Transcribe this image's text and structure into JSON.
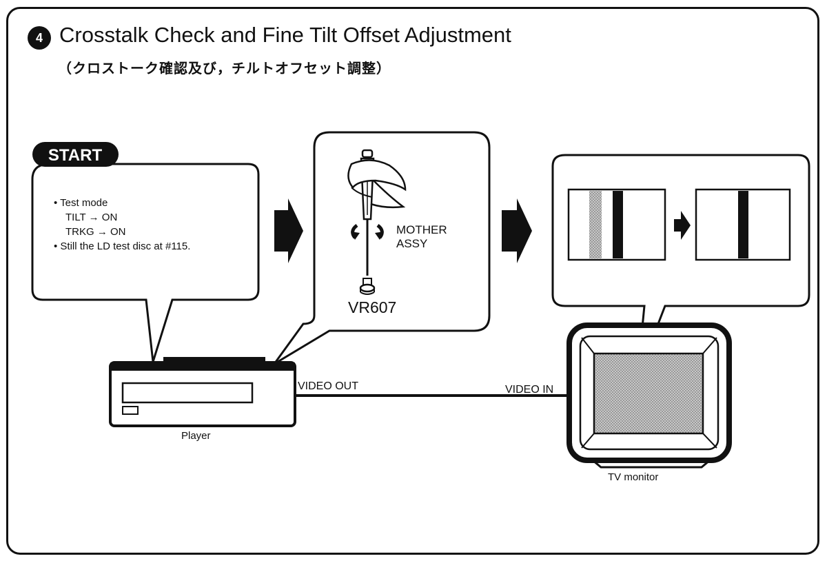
{
  "header": {
    "step_number": "4",
    "title": "Crosstalk Check and Fine Tilt Offset Adjustment",
    "subtitle": "（クロストーク確認及び，チルトオフセット調整）"
  },
  "start_callout": {
    "badge": "START",
    "line1": "• Test mode",
    "line2": "TILT   → ON",
    "line3": "TRKG  → ON",
    "line4": "• Still the LD test disc at #115."
  },
  "adjust_callout": {
    "assembly": "MOTHER",
    "assembly2": "ASSY",
    "control": "VR607"
  },
  "connection": {
    "output": "VIDEO OUT",
    "input": "VIDEO IN"
  },
  "devices": {
    "player": "Player",
    "monitor": "TV monitor"
  }
}
